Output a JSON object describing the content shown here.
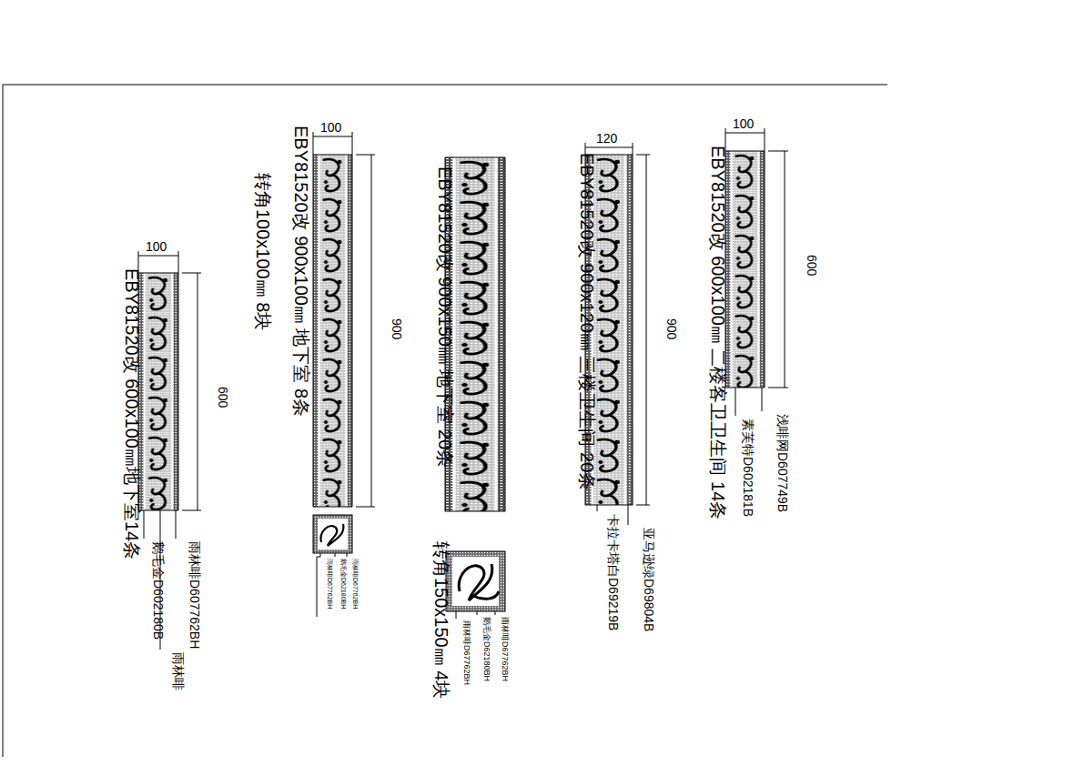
{
  "diagram": {
    "labels": [
      "100",
      "600",
      "EBY81520改 600x100㎜ 二楼客卫卫生间 14条",
      "浅啡网D607749B",
      "素芙特D602181B",
      "120",
      "900",
      "EBY81520改 900x120㎜ 三楼卫生间 20条",
      "亚马逊绿D69804B",
      "卡拉卡塔白D69219B",
      "EBY81520改 900x150㎜ 地下室 20条",
      "转角150x150㎜ 4块",
      "雨林啡D67762BH",
      "鹅毛金D62180BH",
      "雨林啡D67762BH",
      "100",
      "900",
      "EBY81520改 900x100㎜ 地下室 8条",
      "转角100x100㎜ 8块",
      "雨林啡D67762BH",
      "鹅毛金D62180BH",
      "雨林啡D67762BH",
      "100",
      "600",
      "EBY81520改 600x100㎜地下室14条",
      "雨林啡D607762BH",
      "鹅毛金D602180B",
      "雨林啡"
    ]
  }
}
